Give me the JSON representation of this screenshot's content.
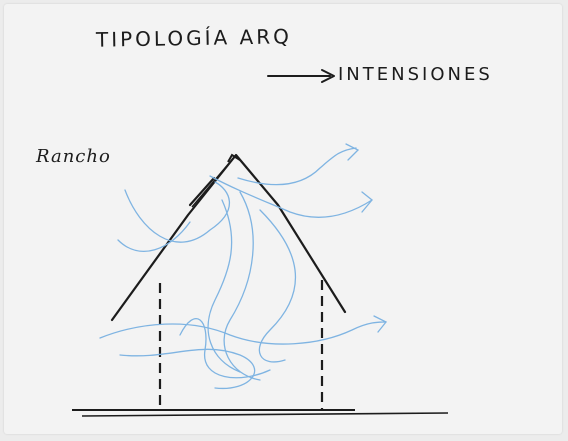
{
  "title": "TIPOLOGÍA ARQ",
  "subtitle": "INTENSIONES",
  "label": "Rancho",
  "colors": {
    "paper": "#f3f3f3",
    "ink": "#1c1c1c",
    "airflow": "#7fb4e2"
  },
  "icons": {
    "arrow": "right-arrow-icon"
  }
}
